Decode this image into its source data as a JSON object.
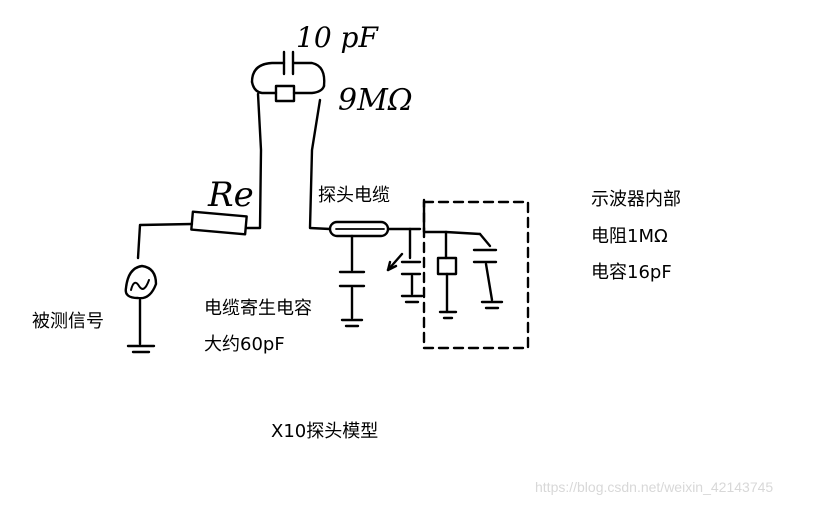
{
  "labels": {
    "cap_top": "10 pF",
    "res_top": "9MΩ",
    "re": "Re",
    "probe_cable": "探头电缆",
    "scope_internal": "示波器内部",
    "scope_resistance": "电阻1MΩ",
    "scope_capacitance": "电容16pF",
    "signal": "被测信号",
    "cable_cap_line1": "电缆寄生电容",
    "cable_cap_line2": "大约60pF",
    "title": "X10探头模型"
  },
  "watermark": "https://blog.csdn.net/weixin_42143745"
}
